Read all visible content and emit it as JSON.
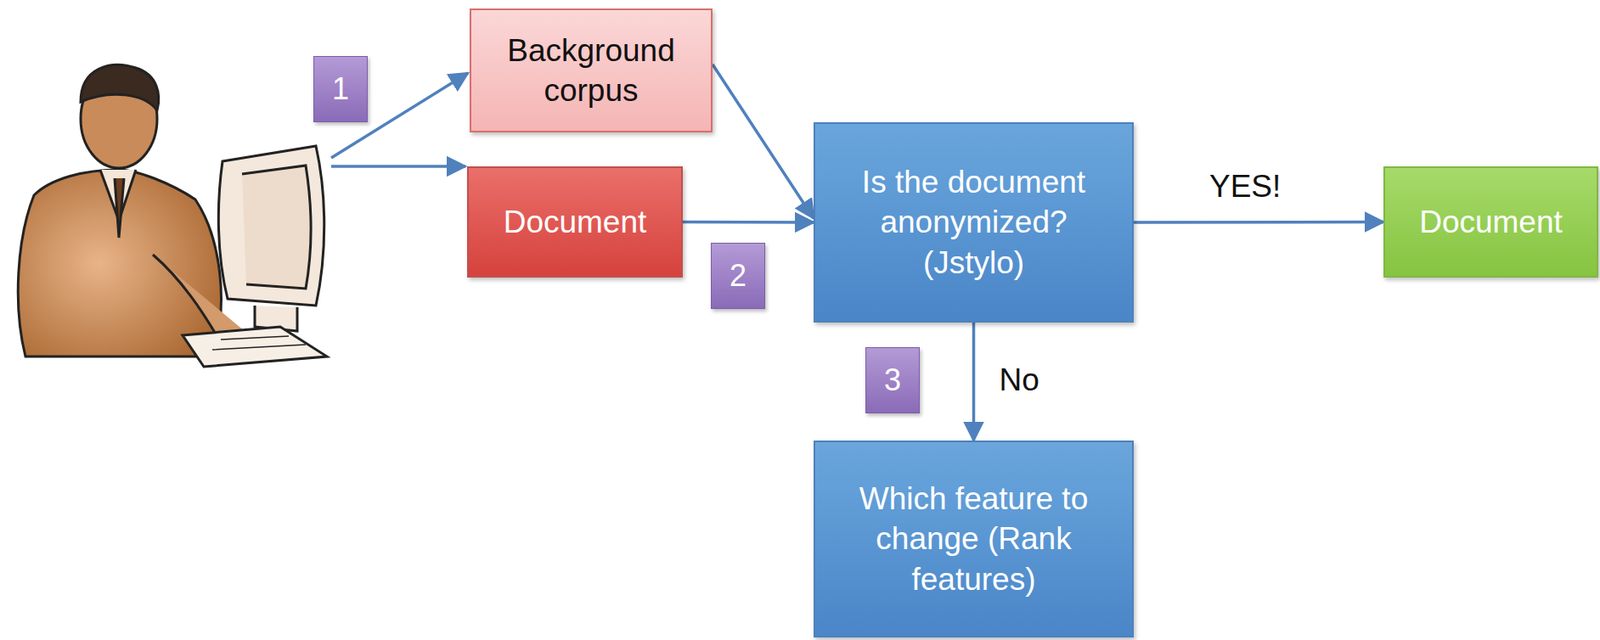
{
  "diagram": {
    "nodes": [
      {
        "text": [
          "Background corpus"
        ]
      },
      {
        "text": [
          "Document"
        ]
      },
      {
        "text": [
          "Is the document anonymized? (Jstylo)"
        ]
      },
      {
        "text": [
          "Document"
        ]
      },
      {
        "text": [
          "Which feature to change (Rank features)"
        ]
      }
    ],
    "edges": [
      {
        "from": 0,
        "to": 2,
        "arrow": "to"
      },
      {
        "from": 1,
        "to": 2,
        "arrow": "to"
      },
      {
        "from": 2,
        "to": 3,
        "label": "YES!",
        "arrow": "to"
      },
      {
        "from": 2,
        "to": 4,
        "label": "No",
        "arrow": "to"
      }
    ],
    "labels": [
      "1",
      "2",
      "3"
    ]
  }
}
